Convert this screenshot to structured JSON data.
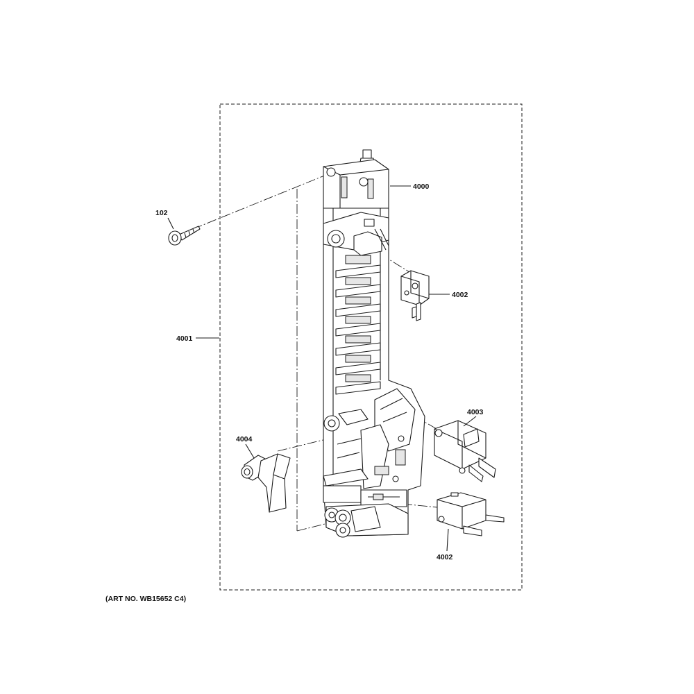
{
  "diagram": {
    "art_no": "(ART NO. WB15652 C4)",
    "callouts": {
      "c102": "102",
      "c4000": "4000",
      "c4001": "4001",
      "c4002a": "4002",
      "c4002b": "4002",
      "c4003": "4003",
      "c4004": "4004"
    }
  }
}
